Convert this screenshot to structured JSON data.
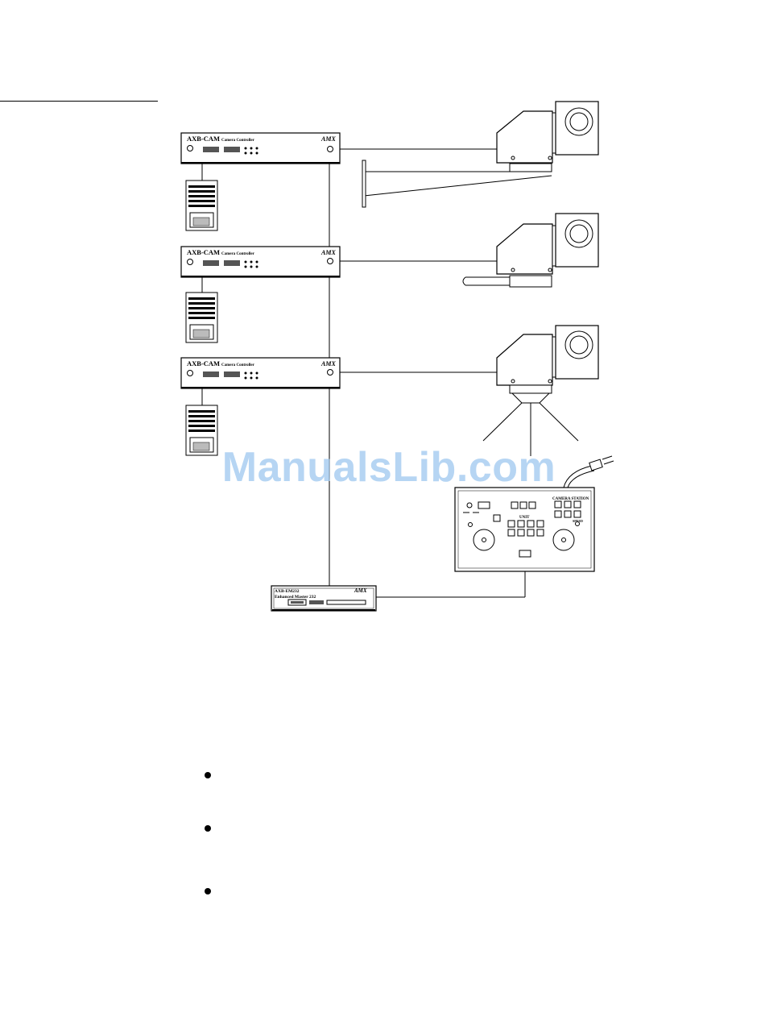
{
  "controllers": [
    {
      "title": "AXB-CAM",
      "subtitle": "Camera Controller",
      "brand": "AMX"
    },
    {
      "title": "AXB-CAM",
      "subtitle": "Camera Controller",
      "brand": "AMX"
    },
    {
      "title": "AXB-CAM",
      "subtitle": "Camera Controller",
      "brand": "AMX"
    }
  ],
  "master": {
    "title": "AXB-EM232",
    "subtitle": "Enhanced Master 232",
    "brand": "AMX"
  },
  "panel": {
    "station_label": "CAMERA STATION",
    "unit_label": "UNIT",
    "speed_label": "SPEED"
  },
  "watermark": "ManualsLib.com",
  "bullets": [
    {
      "text": ""
    },
    {
      "text": ""
    },
    {
      "text": ""
    }
  ]
}
